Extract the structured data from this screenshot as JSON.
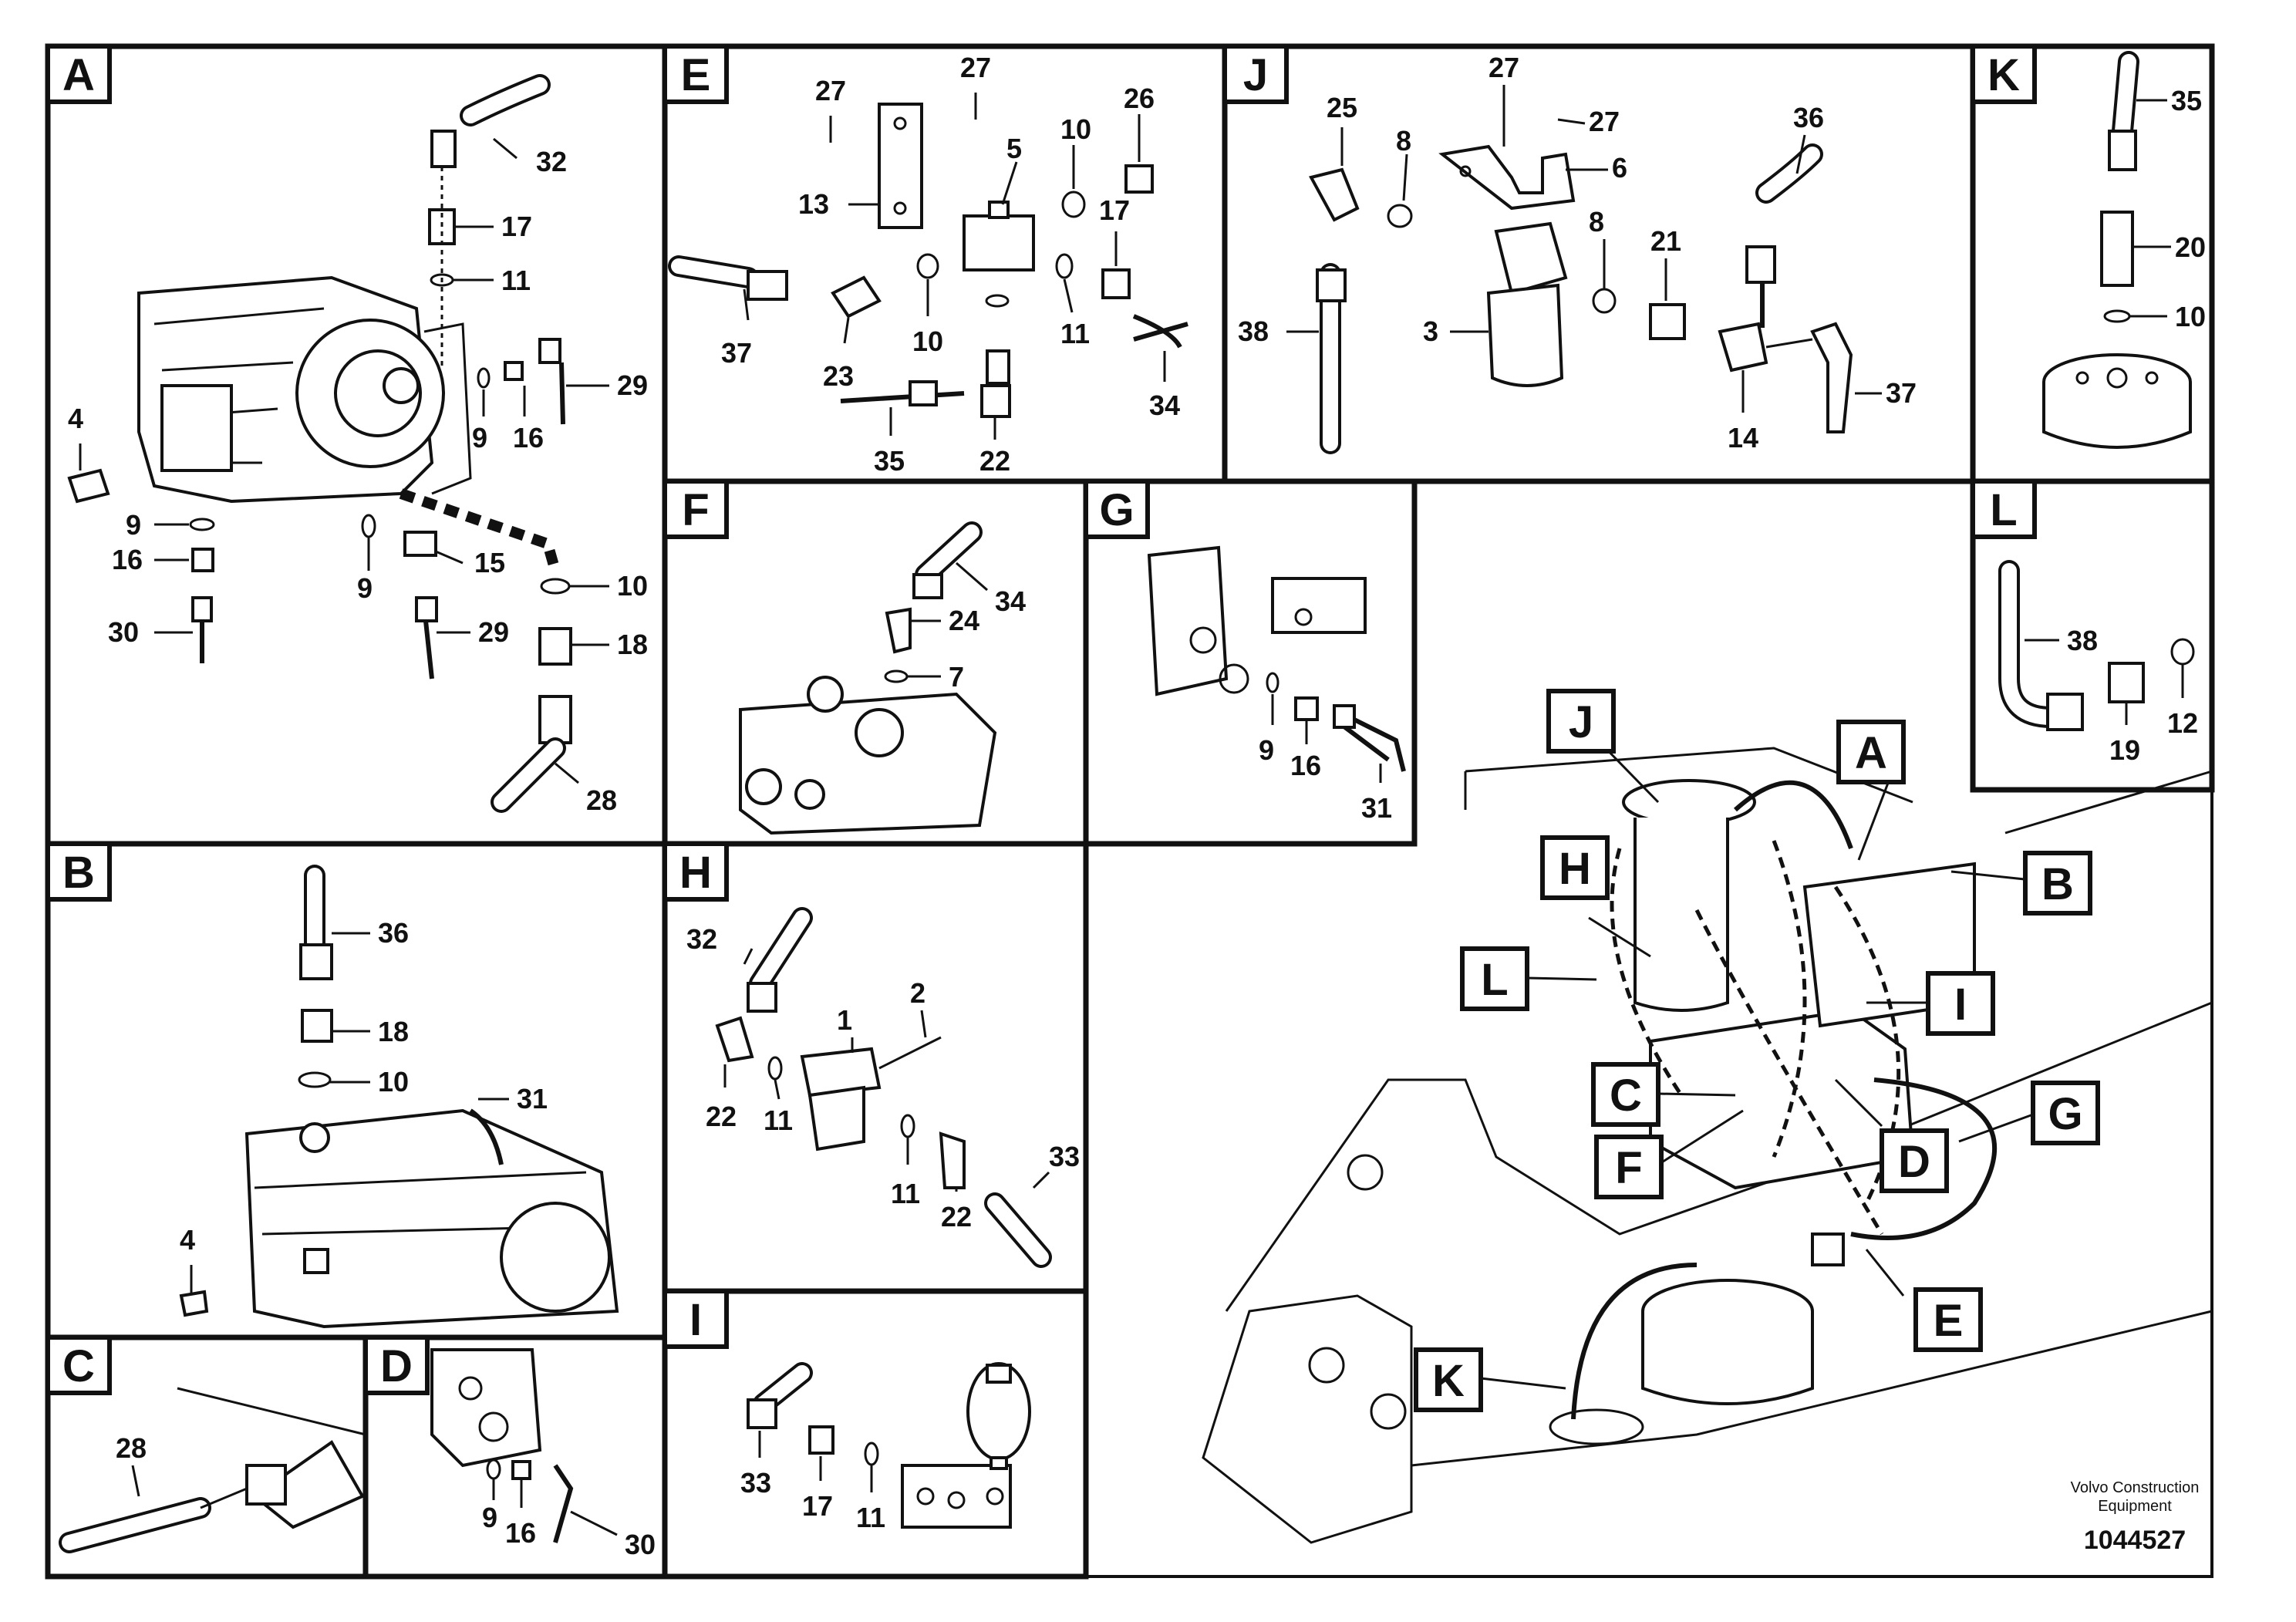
{
  "panels": {
    "A": {
      "label": "A",
      "parts": [
        "32",
        "17",
        "11",
        "29",
        "16",
        "9",
        "4",
        "9",
        "16",
        "15",
        "9",
        "30",
        "29",
        "10",
        "18",
        "28"
      ]
    },
    "B": {
      "label": "B",
      "parts": [
        "36",
        "18",
        "10",
        "31",
        "4"
      ]
    },
    "C": {
      "label": "C",
      "parts": [
        "28"
      ]
    },
    "D": {
      "label": "D",
      "parts": [
        "9",
        "16",
        "30"
      ]
    },
    "E": {
      "label": "E",
      "parts": [
        "27",
        "27",
        "26",
        "5",
        "10",
        "13",
        "17",
        "37",
        "10",
        "11",
        "23",
        "34",
        "35",
        "22"
      ]
    },
    "F": {
      "label": "F",
      "parts": [
        "34",
        "24",
        "7"
      ]
    },
    "G": {
      "label": "G",
      "parts": [
        "9",
        "16",
        "31"
      ]
    },
    "H": {
      "label": "H",
      "parts": [
        "32",
        "2",
        "1",
        "22",
        "11",
        "11",
        "22",
        "33"
      ]
    },
    "I": {
      "label": "I",
      "parts": [
        "33",
        "17",
        "11"
      ]
    },
    "J": {
      "label": "J",
      "parts": [
        "27",
        "27",
        "25",
        "8",
        "6",
        "36",
        "8",
        "21",
        "38",
        "3",
        "37",
        "14"
      ]
    },
    "K": {
      "label": "K",
      "parts": [
        "35",
        "20",
        "10"
      ]
    },
    "L": {
      "label": "L",
      "parts": [
        "38",
        "12",
        "19"
      ]
    }
  },
  "overview_tags": [
    "J",
    "A",
    "H",
    "B",
    "L",
    "I",
    "C",
    "G",
    "F",
    "D",
    "E",
    "K"
  ],
  "footer": {
    "brand_line1": "Volvo Construction",
    "brand_line2": "Equipment",
    "document_number": "1044527"
  }
}
